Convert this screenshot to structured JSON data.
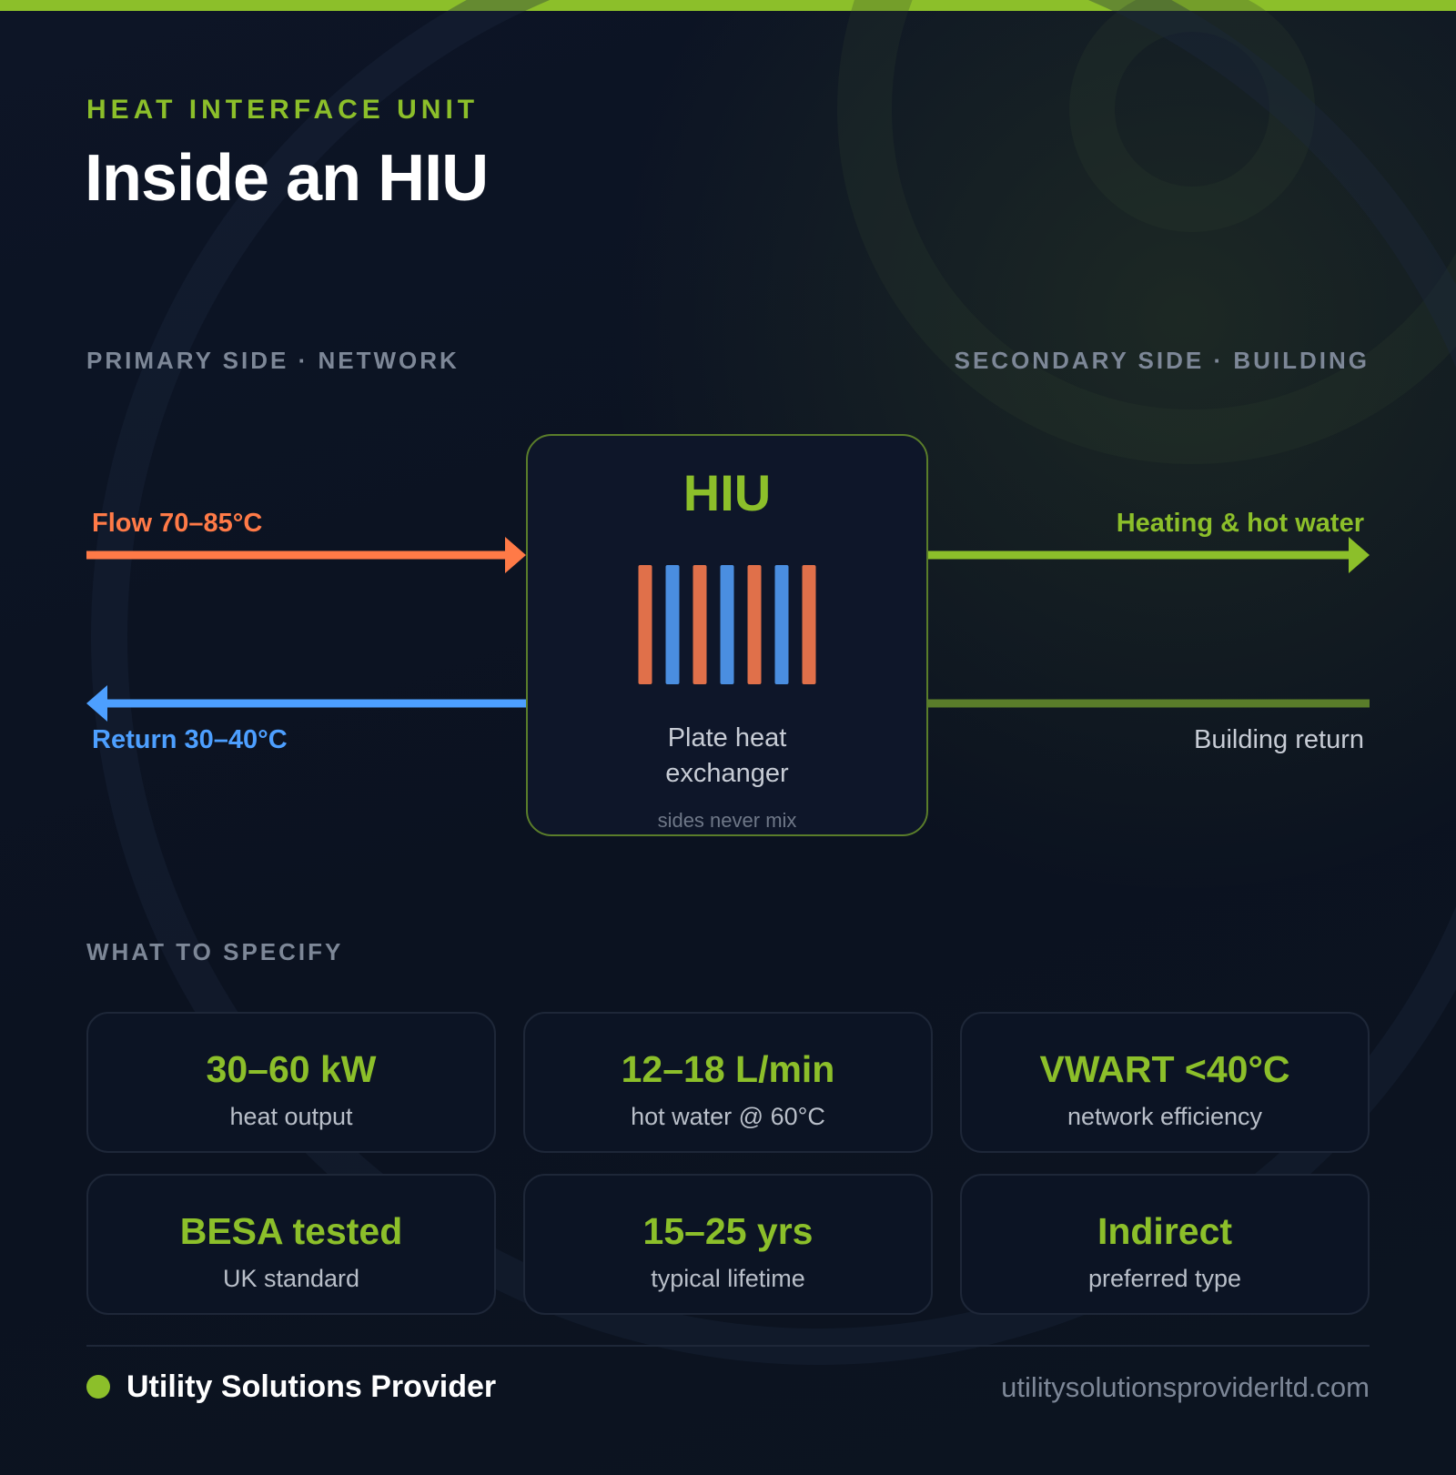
{
  "header": {
    "eyebrow": "HEAT INTERFACE UNIT",
    "title": "Inside an HIU"
  },
  "sides": {
    "primary": "PRIMARY SIDE · NETWORK",
    "secondary": "SECONDARY SIDE · BUILDING"
  },
  "flows": {
    "flow_in": "Flow 70–85°C",
    "return": "Return 30–40°C",
    "heating_out": "Heating & hot water",
    "building_return": "Building return"
  },
  "hiu": {
    "title": "HIU",
    "subtitle_line1": "Plate heat",
    "subtitle_line2": "exchanger",
    "note": "sides never mix",
    "plates": [
      "hot",
      "cold",
      "hot",
      "cold",
      "hot",
      "cold",
      "hot"
    ]
  },
  "specs": {
    "section_label": "WHAT TO SPECIFY",
    "items": [
      {
        "value": "30–60 kW",
        "label": "heat output"
      },
      {
        "value": "12–18 L/min",
        "label": "hot water @ 60°C"
      },
      {
        "value": "VWART <40°C",
        "label": "network efficiency"
      },
      {
        "value": "BESA tested",
        "label": "UK standard"
      },
      {
        "value": "15–25 yrs",
        "label": "typical lifetime"
      },
      {
        "value": "Indirect",
        "label": "preferred type"
      }
    ]
  },
  "footer": {
    "brand": "Utility Solutions Provider",
    "url": "utilitysolutionsproviderltd.com"
  },
  "colors": {
    "accent_green": "#8cbf2a",
    "dark_green": "#5a7d2a",
    "hot": "#ff7a47",
    "plate_hot": "#e0704a",
    "cold": "#4d9fff",
    "plate_cold": "#4a8ee0",
    "background": "#0b1120"
  }
}
